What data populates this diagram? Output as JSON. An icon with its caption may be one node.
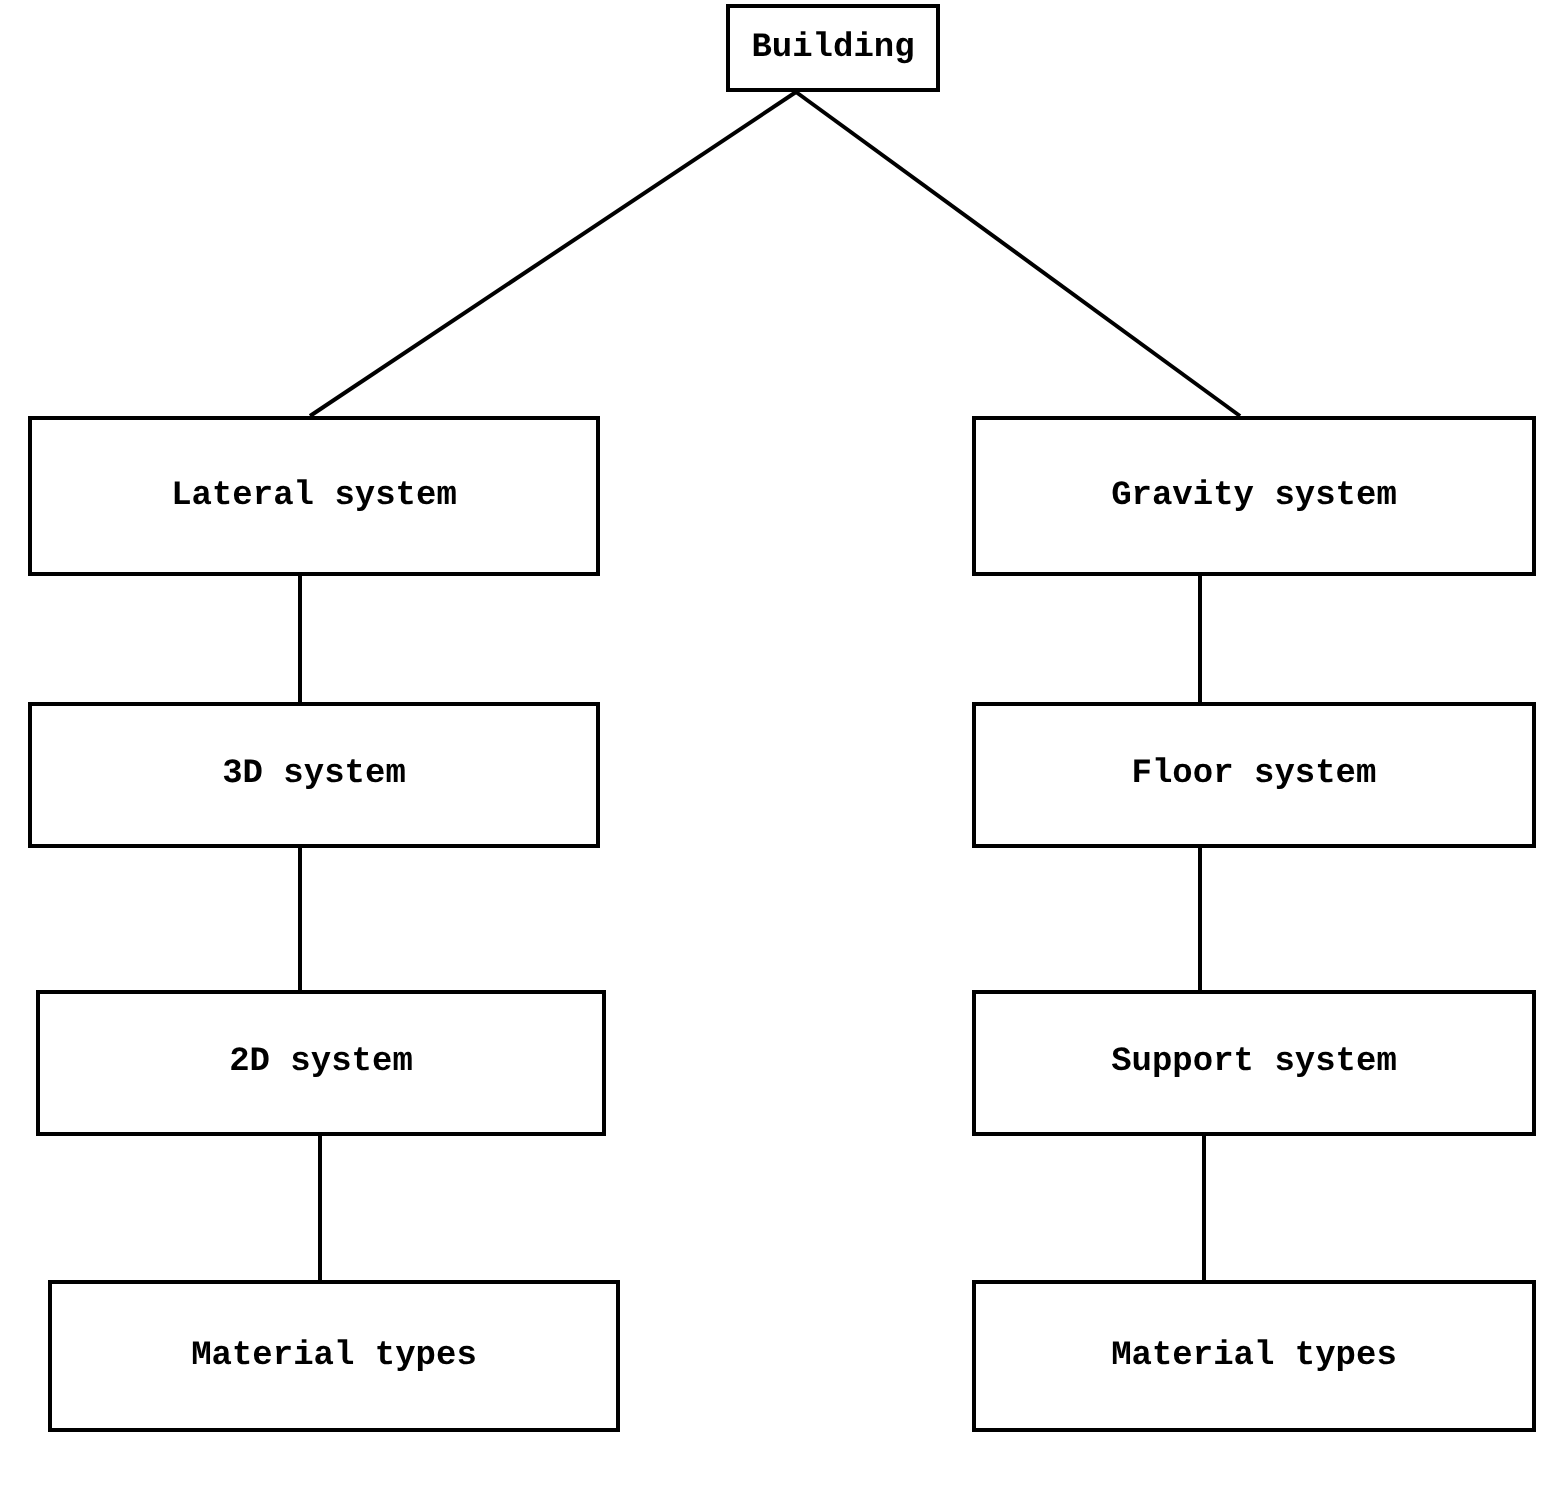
{
  "diagram": {
    "nodes": [
      {
        "text": [
          "Building"
        ]
      },
      {
        "text": [
          "Lateral system"
        ]
      },
      {
        "text": [
          "Gravity system"
        ]
      },
      {
        "text": [
          "3D system"
        ]
      },
      {
        "text": [
          "Floor system"
        ]
      },
      {
        "text": [
          "2D system"
        ]
      },
      {
        "text": [
          "Support system"
        ]
      },
      {
        "text": [
          "Material types"
        ]
      },
      {
        "text": [
          "Material types"
        ]
      }
    ],
    "edges": [
      {
        "from": 0,
        "to": 1,
        "arrow": "none"
      },
      {
        "from": 0,
        "to": 2,
        "arrow": "none"
      },
      {
        "from": 1,
        "to": 3,
        "arrow": "none"
      },
      {
        "from": 2,
        "to": 4,
        "arrow": "none"
      },
      {
        "from": 3,
        "to": 5,
        "arrow": "none"
      },
      {
        "from": 4,
        "to": 6,
        "arrow": "none"
      },
      {
        "from": 5,
        "to": 7,
        "arrow": "none"
      },
      {
        "from": 6,
        "to": 8,
        "arrow": "none"
      }
    ]
  }
}
